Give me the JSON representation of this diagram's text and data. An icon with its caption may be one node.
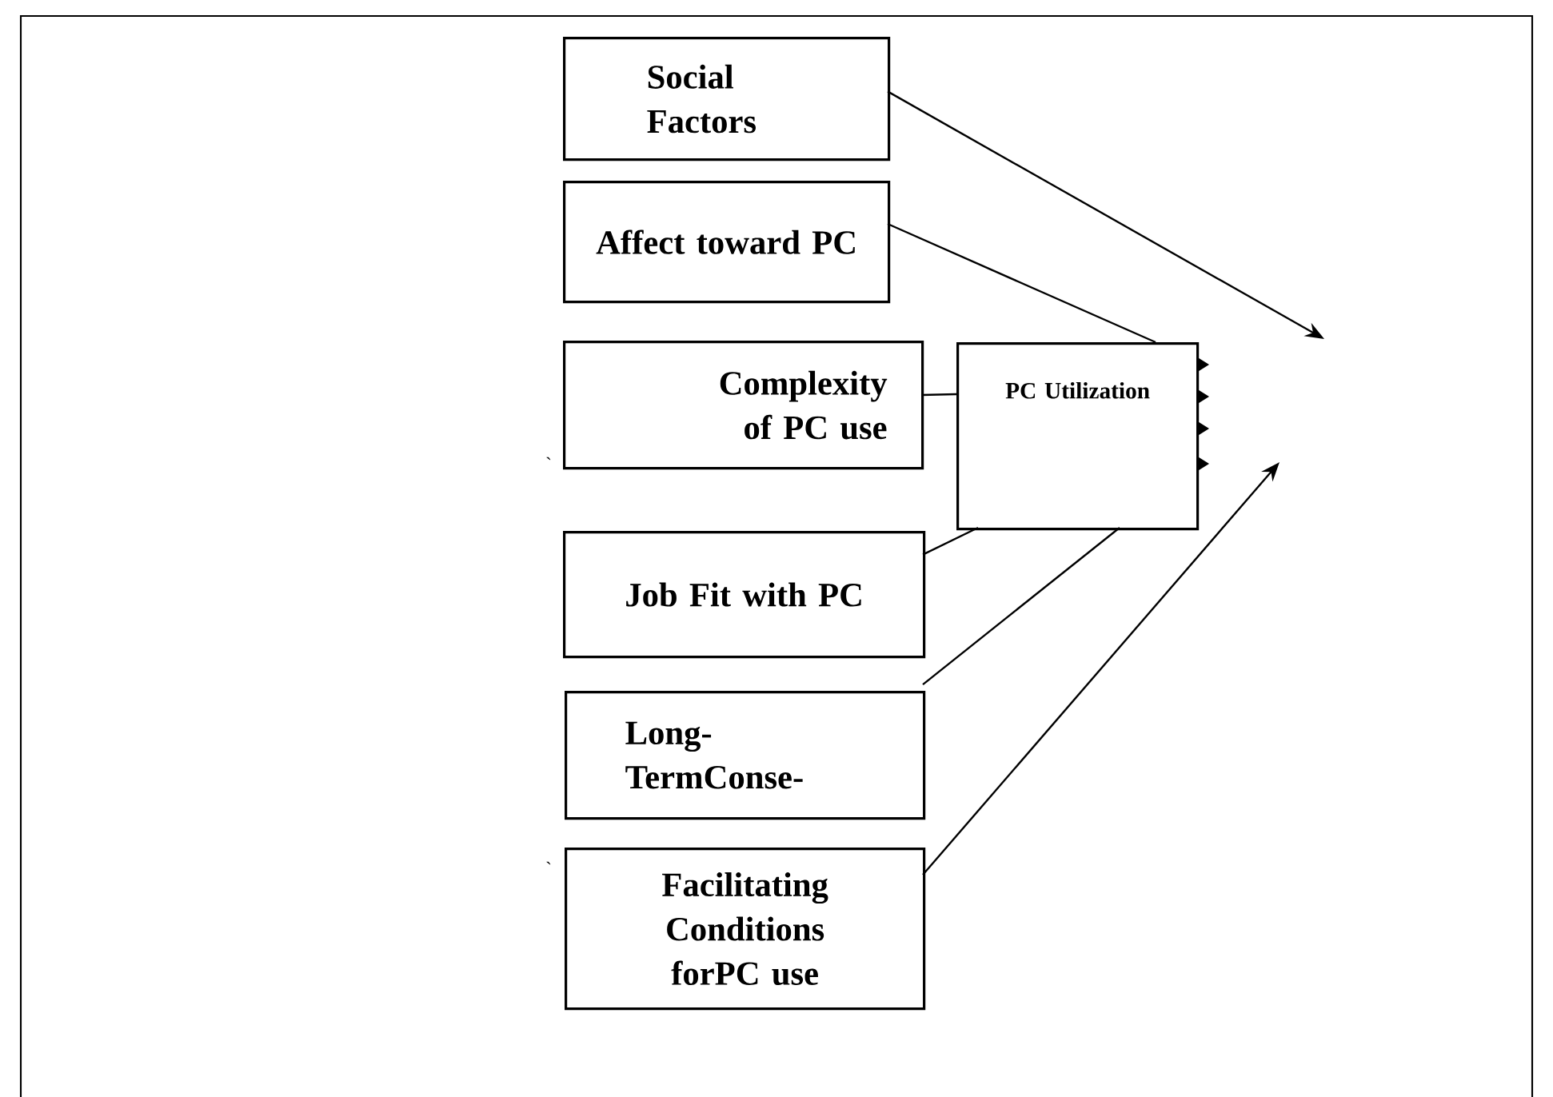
{
  "diagram": {
    "nodes": [
      {
        "text": [
          "Social Factors"
        ]
      },
      {
        "text": [
          "Affect toward PC"
        ]
      },
      {
        "text": [
          "Complexity of PC use"
        ]
      },
      {
        "text": [
          "Job Fit with PC"
        ]
      },
      {
        "text": [
          "Long-TermConse-"
        ]
      },
      {
        "text": [
          "Facilitating Conditions forPC use"
        ]
      },
      {
        "text": [
          "PC Utilization"
        ]
      }
    ],
    "edges": [
      {
        "from": 0,
        "to": null,
        "arrow": "to"
      },
      {
        "from": 1,
        "to": 6,
        "arrow": "none"
      },
      {
        "from": 2,
        "to": 6,
        "arrow": "none"
      },
      {
        "from": 3,
        "to": 6,
        "arrow": "none"
      },
      {
        "from": 4,
        "to": 6,
        "arrow": "none"
      },
      {
        "from": 5,
        "to": null,
        "arrow": "to"
      }
    ],
    "labels": [
      "`",
      "`"
    ]
  }
}
